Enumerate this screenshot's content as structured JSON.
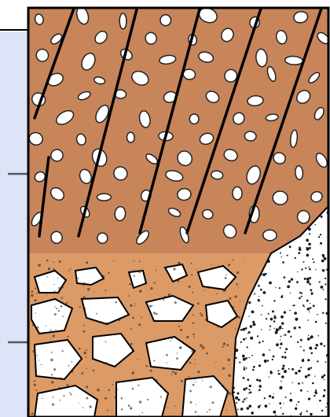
{
  "colors": {
    "background": "#ffffff",
    "panel": "#dde4f8",
    "soil_upper": "#c8855a",
    "soil_lower": "#dc9a66",
    "bedrock": "#ffffff",
    "outline": "#000000",
    "speckle": "#1a1a1a"
  },
  "layers": [
    {
      "id": "upper",
      "description_visible": false
    },
    {
      "id": "lower",
      "description_visible": false
    },
    {
      "id": "bedrock",
      "description_visible": false
    }
  ],
  "markers": {
    "count": 2
  }
}
